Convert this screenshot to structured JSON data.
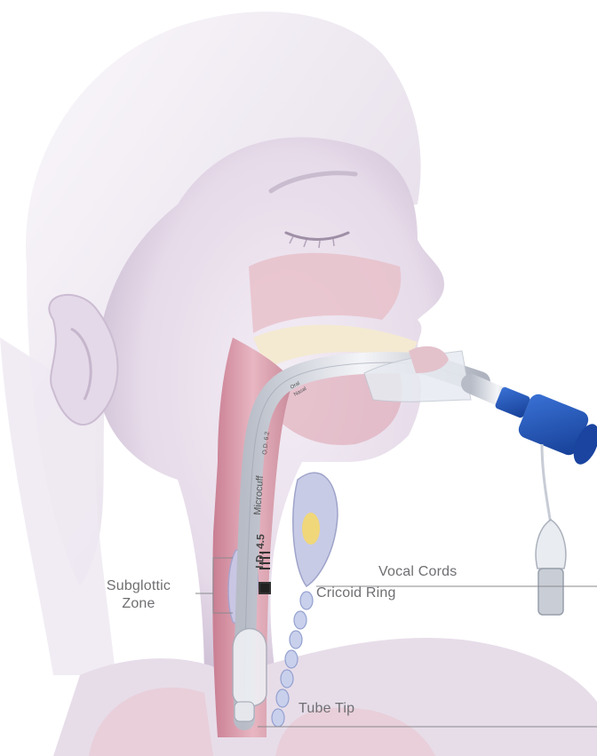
{
  "labels": {
    "subglottic_line1": "Subglottic",
    "subglottic_line2": "Zone",
    "vocal_cords": "Vocal Cords",
    "cricoid_ring": "Cricoid Ring",
    "tube_tip": "Tube Tip"
  },
  "tube_markings": {
    "oral_nasal_1": "Oral",
    "oral_nasal_2": "Nasal",
    "od": "O.D. 6.2",
    "brand": "Microcuff",
    "id": "I.D. 4.5"
  },
  "colors": {
    "skin": "#e9e1ec",
    "skin_shadow": "#d3c6da",
    "hair": "#f2eef5",
    "airway": "#d99aa8",
    "tube": "#dcdfe6",
    "connector": "#1f4fb3",
    "leader_line": "#8a8a8e",
    "label_text": "#6f6f73"
  }
}
